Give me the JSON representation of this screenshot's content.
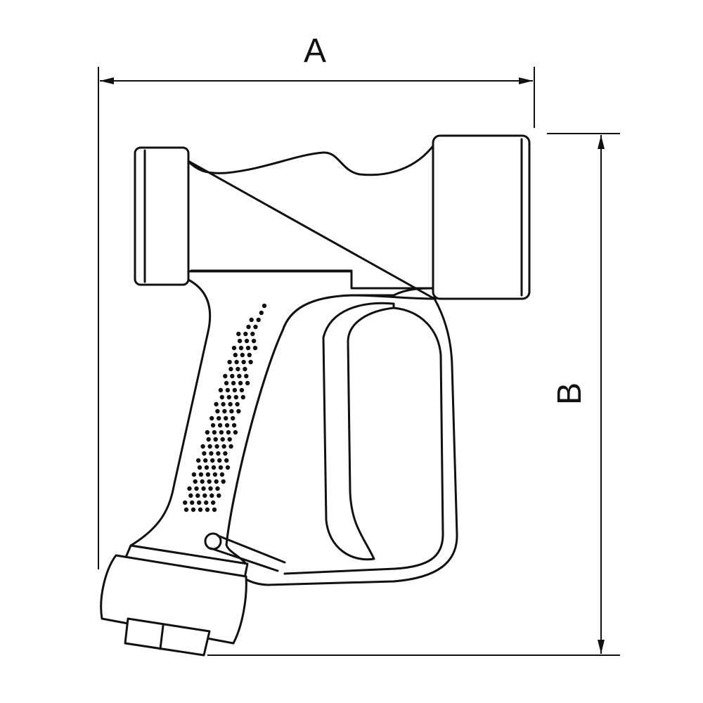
{
  "diagram": {
    "dimensions": [
      {
        "label": "A",
        "orientation": "horizontal"
      },
      {
        "label": "B",
        "orientation": "vertical"
      }
    ],
    "colors": {
      "line": "#111111",
      "background": "#ffffff"
    }
  }
}
